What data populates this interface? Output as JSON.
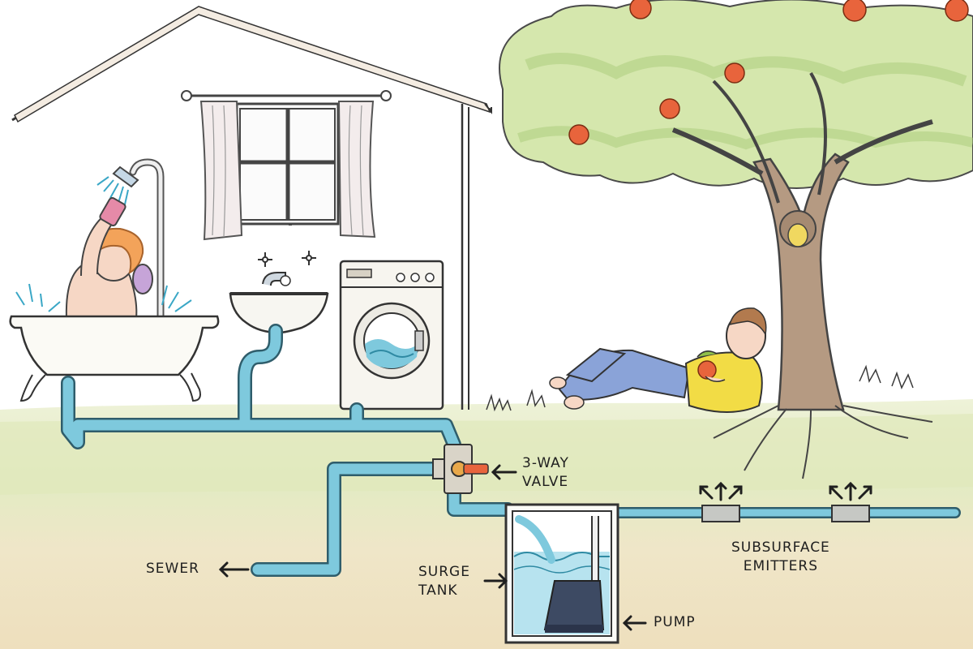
{
  "labels": {
    "valve": [
      "3-WAY",
      "VALVE"
    ],
    "sewer": "SEWER",
    "surge_tank": [
      "SURGE",
      "TANK"
    ],
    "pump": "PUMP",
    "emitters": [
      "SUBSURFACE",
      "EMITTERS"
    ]
  },
  "icons": {
    "left_arrow": "←",
    "up_arrow": "↑",
    "up_left_arrow": "↖",
    "up_right_arrow": "↗"
  },
  "colors": {
    "pipe": "#7ec9dd",
    "pipe_outline": "#2f5d6b",
    "water": "#b7e3ef",
    "grass": "#e4ecc6",
    "soil": "#efe3c3",
    "foliage": "#c9e0a4",
    "fruit": "#e8643c",
    "trunk": "#b59a82",
    "shirt": "#f2dc45",
    "pants": "#8aa3d8",
    "skin": "#f6d7c5",
    "hair": "#f3a35a"
  }
}
